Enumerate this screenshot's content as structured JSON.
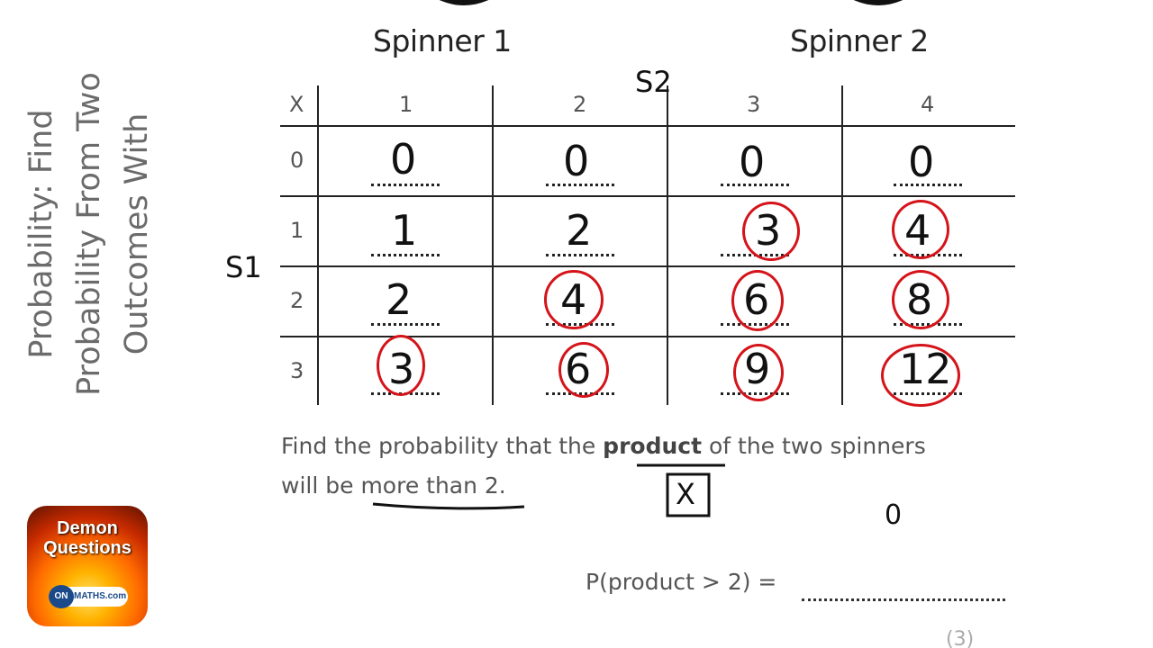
{
  "title": "Probability: Find Probability From Two Outcomes With",
  "logo": {
    "line1": "Demon",
    "line2": "Questions",
    "badge_circle": "ON",
    "badge_text": "MATHS.com"
  },
  "spinners": {
    "spinner1_label": "Spinner 1",
    "spinner2_label": "Spinner 2"
  },
  "table": {
    "corner": "X",
    "col_headers": [
      "1",
      "2",
      "3",
      "4"
    ],
    "row_headers": [
      "0",
      "1",
      "2",
      "3"
    ],
    "handwritten_cells": [
      [
        "0",
        "0",
        "0",
        "0"
      ],
      [
        "1",
        "2",
        "3",
        "4"
      ],
      [
        "2",
        "4",
        "6",
        "8"
      ],
      [
        "3",
        "6",
        "9",
        "12"
      ]
    ],
    "circled": [
      [
        false,
        false,
        false,
        false
      ],
      [
        false,
        false,
        true,
        true
      ],
      [
        false,
        true,
        true,
        true
      ],
      [
        true,
        true,
        true,
        true
      ]
    ]
  },
  "annotations": {
    "s1": "S1",
    "s2": "S2",
    "times_symbol": "X",
    "zero_note": "0"
  },
  "question": {
    "pre": "Find the probability that the ",
    "bold": "product",
    "post": " of the two spinners",
    "line2_pre": "will be ",
    "line2_u": "more than 2."
  },
  "answer": {
    "label": "P(product > 2) =",
    "marks": "(3)"
  },
  "colors": {
    "ink": "#111111",
    "circle": "#d4141a",
    "title": "#6b6b6b"
  }
}
